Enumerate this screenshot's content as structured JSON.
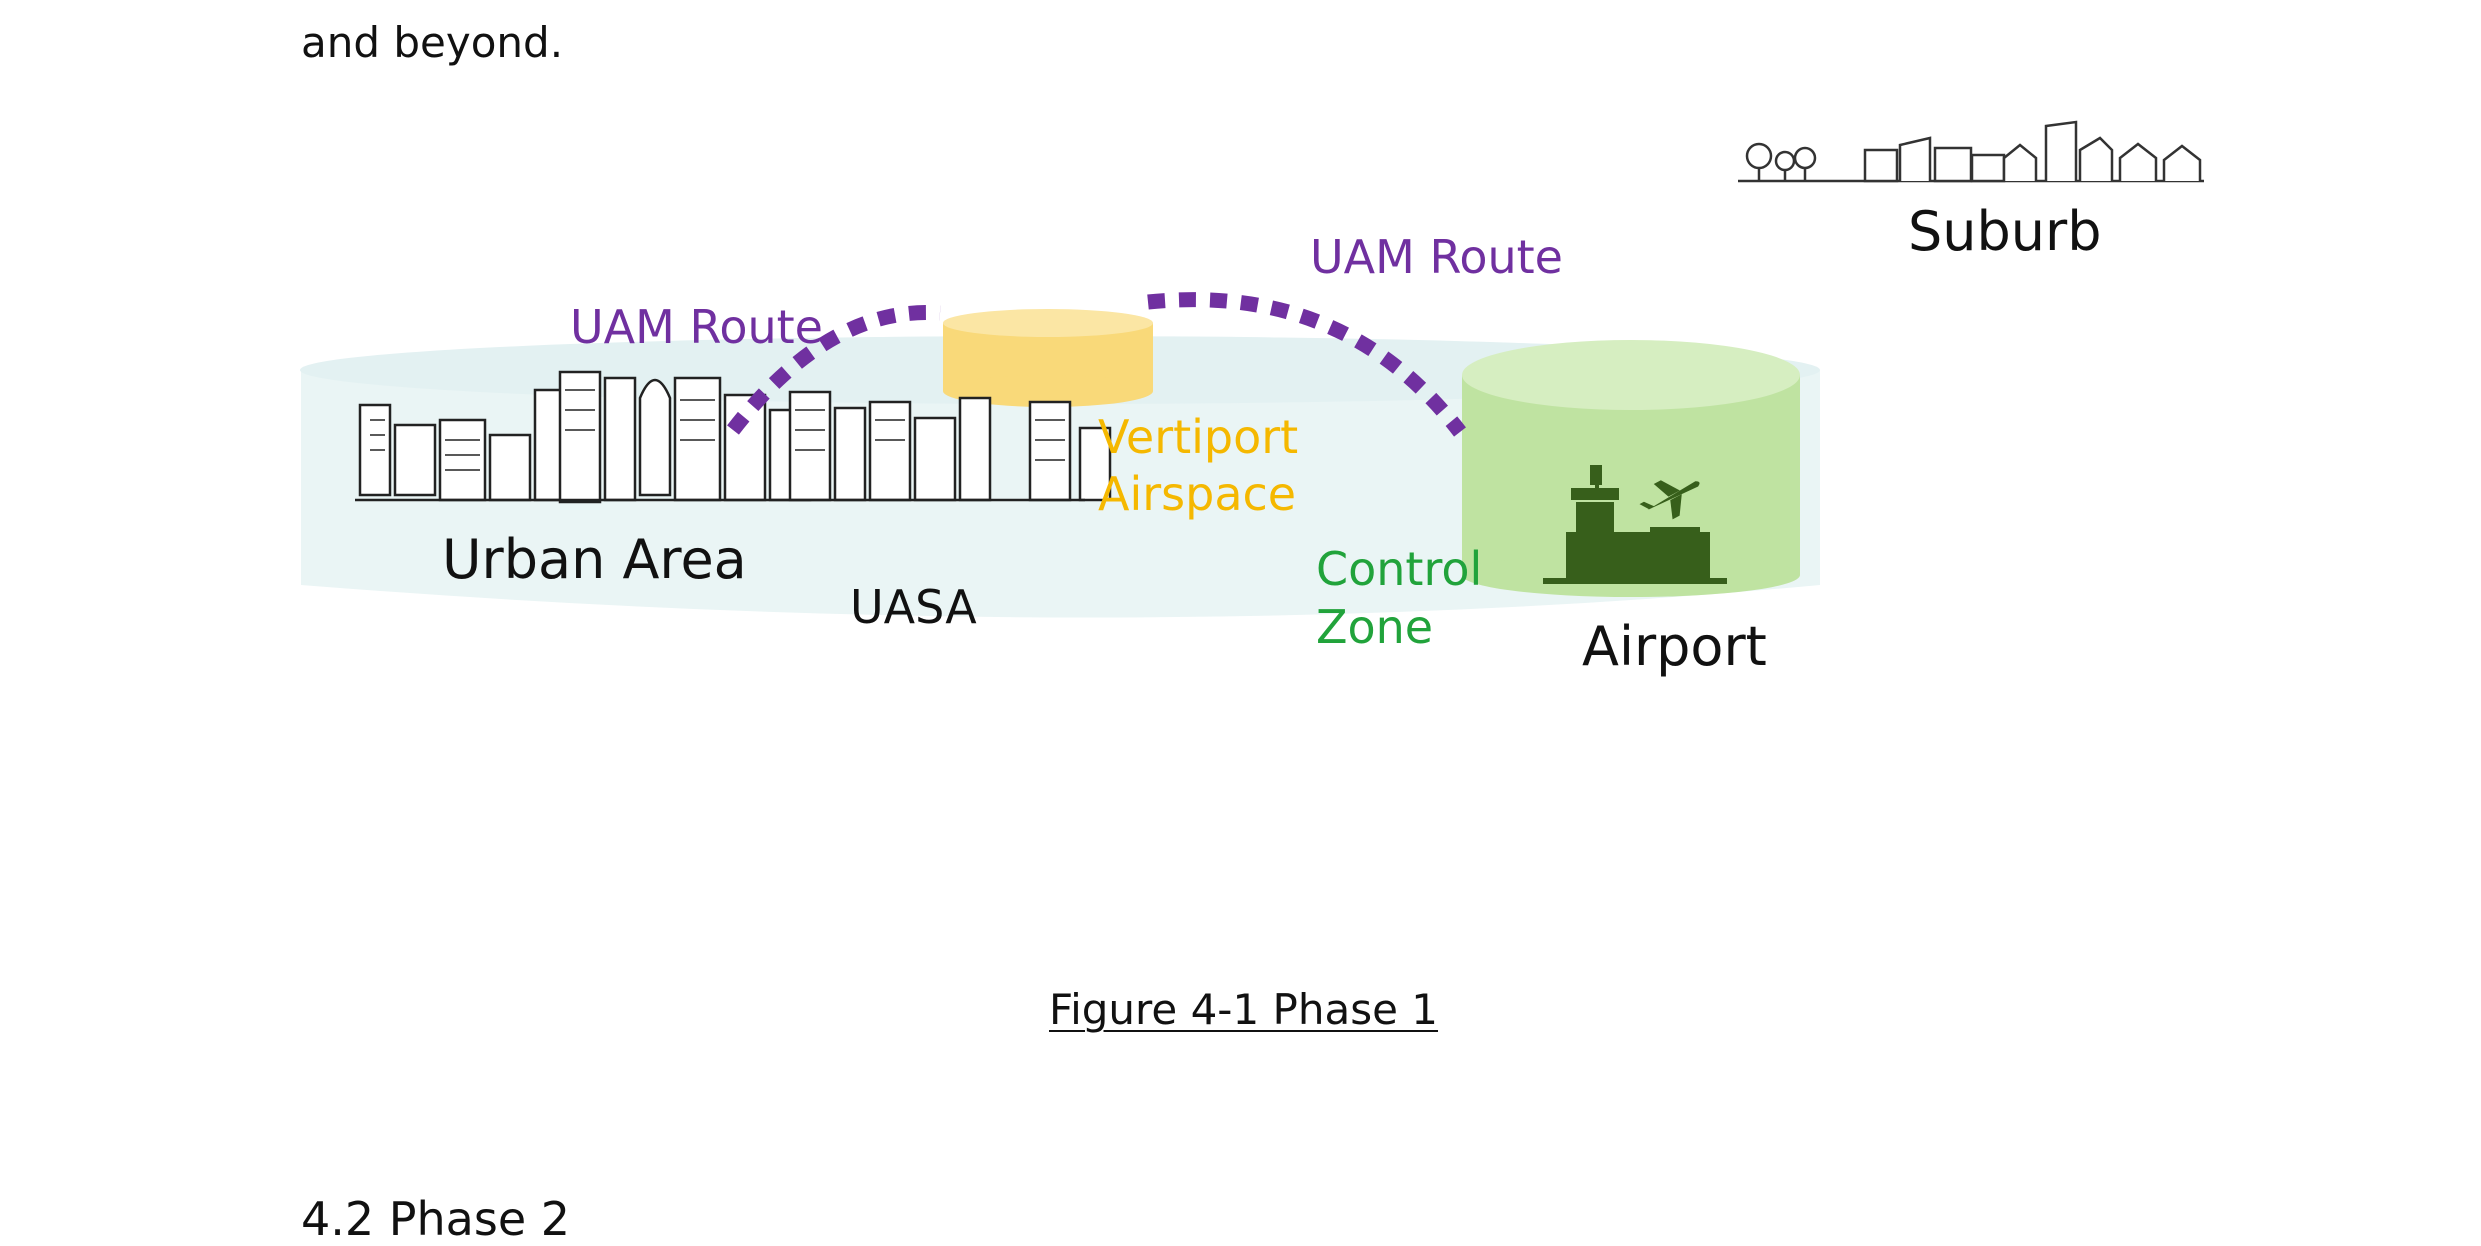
{
  "document": {
    "body_line": "and beyond.",
    "caption": "Figure 4-1  Phase 1",
    "next_heading": "4.2 Phase 2"
  },
  "figure": {
    "labels": {
      "suburb": "Suburb",
      "uam_route_left": "UAM Route",
      "uam_route_right": "UAM Route",
      "urban_area": "Urban Area",
      "uasa": "UASA",
      "vertiport_line1": "Vertiport",
      "vertiport_line2": "Airspace",
      "control_zone_line1": "Control",
      "control_zone_line2": "Zone",
      "airport": "Airport"
    },
    "colors": {
      "route": "#7030a0",
      "vertiport": "#f5b800",
      "control_zone": "#21a33b",
      "uasa_fill": "#eaf5f5",
      "vertiport_fill": "#f9d979",
      "airport_fill": "#bfe3a1",
      "icon": "#375f1b"
    },
    "icons": [
      "suburb-houses-icon",
      "city-skyline-icon",
      "control-tower-icon",
      "airplane-icon"
    ]
  }
}
